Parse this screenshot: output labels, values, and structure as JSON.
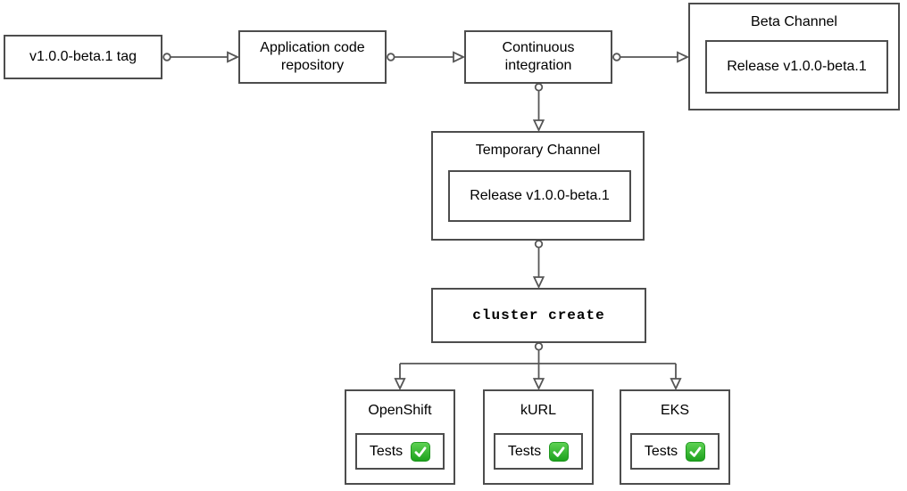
{
  "diagram": {
    "nodes": {
      "tag": {
        "label": "v1.0.0-beta.1 tag"
      },
      "app_repo": {
        "label": "Application code repository"
      },
      "ci": {
        "label": "Continuous integration"
      },
      "beta_channel": {
        "title": "Beta Channel",
        "release_label": "Release v1.0.0-beta.1"
      },
      "temp_channel": {
        "title": "Temporary Channel",
        "release_label": "Release v1.0.0-beta.1"
      },
      "cluster_create": {
        "label": "cluster create"
      },
      "clusters": [
        {
          "title": "OpenShift",
          "tests_label": "Tests",
          "status": "passed",
          "status_icon": "check-icon"
        },
        {
          "title": "kURL",
          "tests_label": "Tests",
          "status": "passed",
          "status_icon": "check-icon"
        },
        {
          "title": "EKS",
          "tests_label": "Tests",
          "status": "passed",
          "status_icon": "check-icon"
        }
      ]
    },
    "colors": {
      "background": "#ffffff",
      "box_border": "#4d4d4d",
      "arrow": "#565656",
      "text": "#000000",
      "check_green_top": "#5fd354",
      "check_green_bottom": "#1ca01c",
      "check_mark": "#ffffff"
    }
  }
}
